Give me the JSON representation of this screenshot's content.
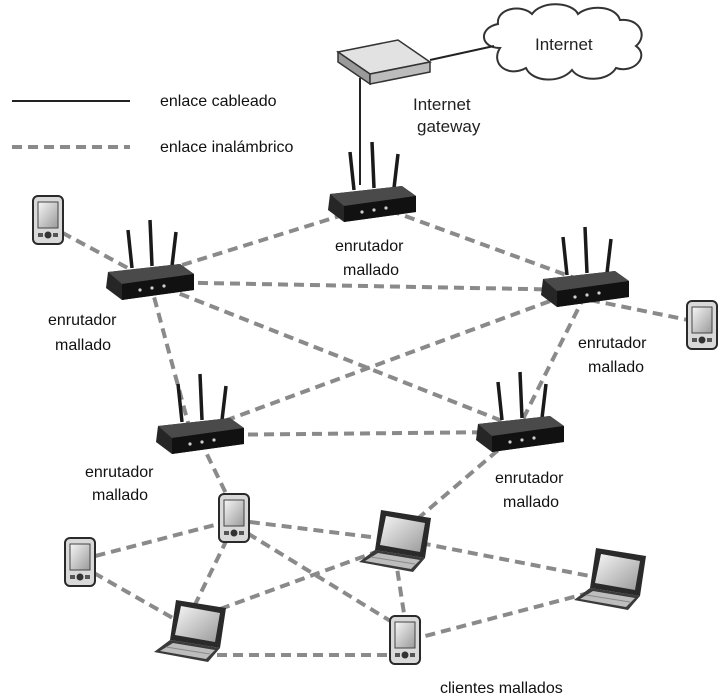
{
  "legend": {
    "wired_label": "enlace cableado",
    "wireless_label": "enlace inalámbrico"
  },
  "internet": {
    "label": "Internet"
  },
  "gateway": {
    "line1": "Internet",
    "line2": "gateway"
  },
  "routers": [
    {
      "line1": "enrutador",
      "line2": "mallado"
    },
    {
      "line1": "enrutador",
      "line2": "mallado"
    },
    {
      "line1": "enrutador",
      "line2": "mallado"
    },
    {
      "line1": "enrutador",
      "line2": "mallado"
    },
    {
      "line1": "enrutador",
      "line2": "mallado"
    }
  ],
  "clients": {
    "label": "clientes mallados"
  },
  "colors": {
    "link": "#8a8a8a",
    "device": "#1e1e1e"
  },
  "icons": [
    "cloud-icon",
    "gateway-icon",
    "router-icon",
    "pda-icon",
    "laptop-icon"
  ]
}
